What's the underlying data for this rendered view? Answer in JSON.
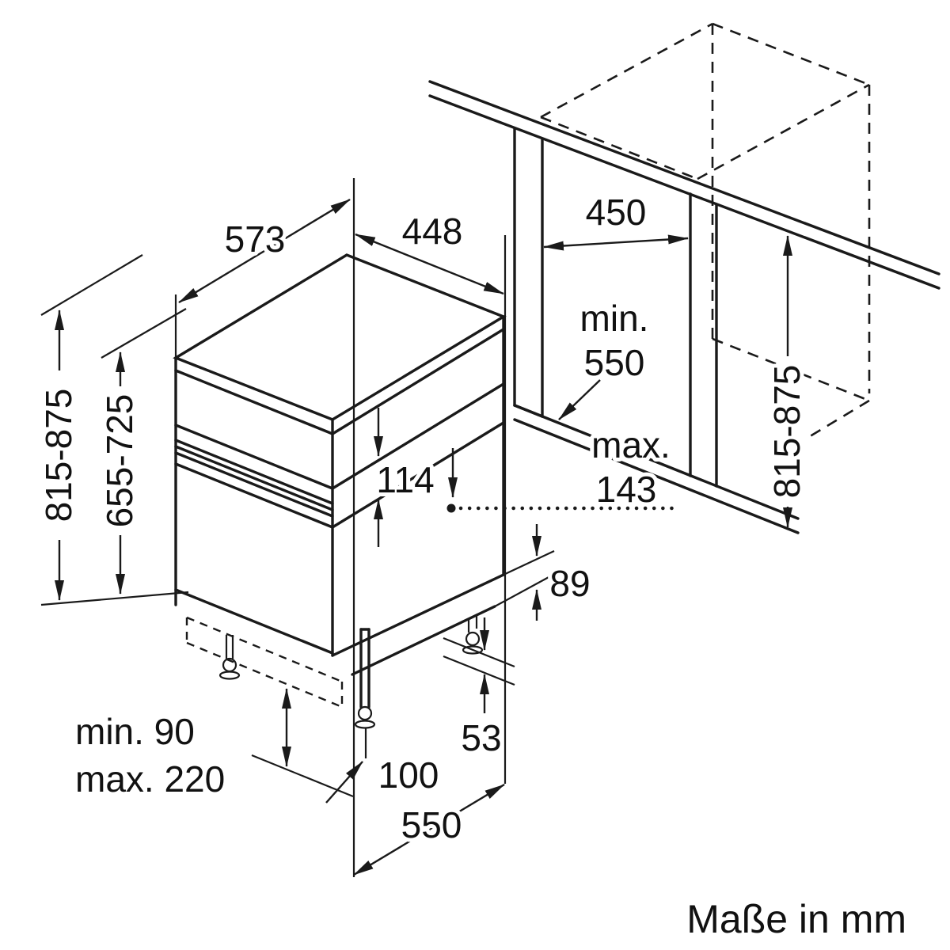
{
  "diagram": {
    "footer": "Maße in mm",
    "colors": {
      "line": "#1a1a1a",
      "background": "#ffffff"
    },
    "labels": {
      "appliance_depth": "573",
      "appliance_width": "448",
      "niche_width": "450",
      "niche_depth_prefix": "min.",
      "niche_depth_value": "550",
      "appliance_height": "815-875",
      "front_height": "655-725",
      "niche_height": "815-875",
      "panel_height": "114",
      "hose_height_prefix": "max.",
      "hose_height_value": "143",
      "base_rear": "89",
      "rear_foot": "53",
      "plinth_min": "min. 90",
      "plinth_max": "max. 220",
      "base_front": "100",
      "base_depth": "550"
    }
  }
}
